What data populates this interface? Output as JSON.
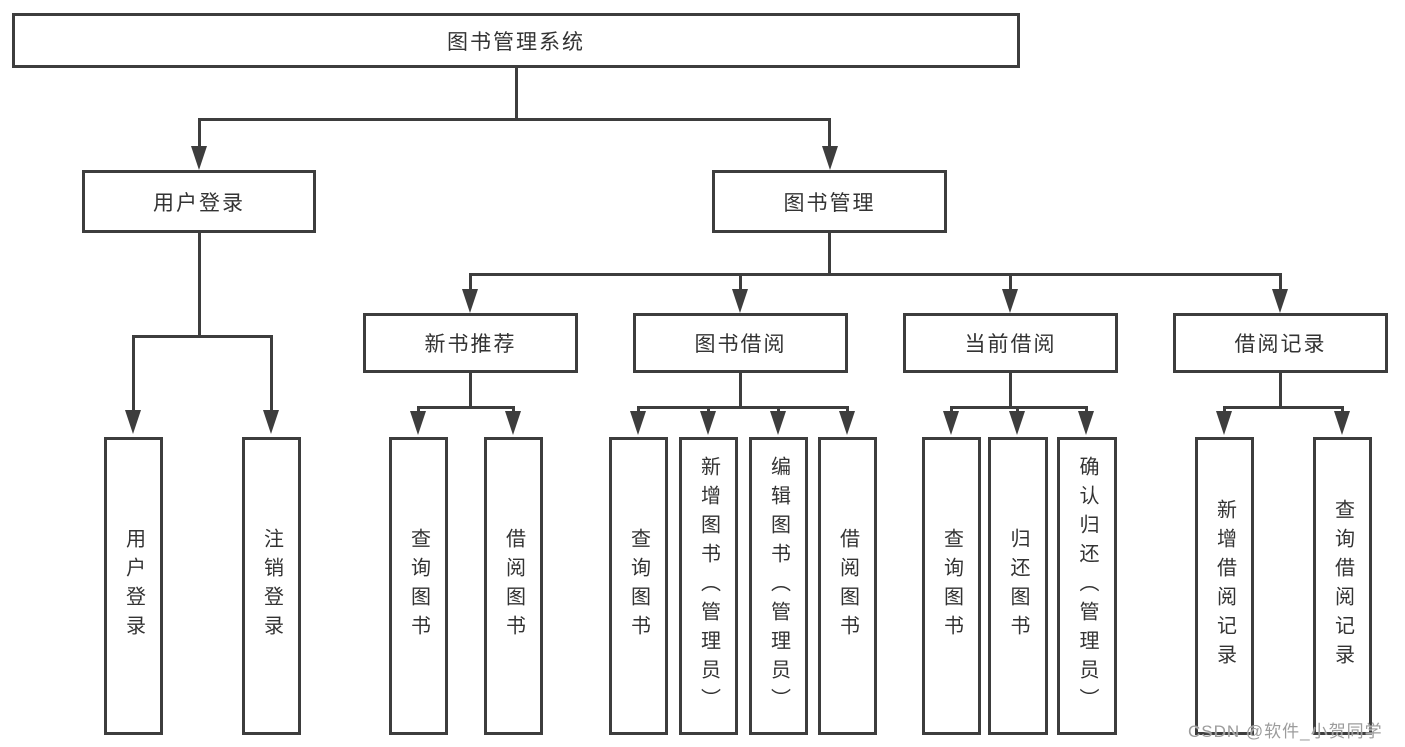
{
  "diagram": {
    "root": {
      "label": "图书管理系统"
    },
    "level2": [
      {
        "label": "用户登录",
        "children": [
          {
            "label": "用户登录"
          },
          {
            "label": "注销登录"
          }
        ]
      },
      {
        "label": "图书管理",
        "children": [
          {
            "label": "新书推荐",
            "children": [
              {
                "label": "查询图书"
              },
              {
                "label": "借阅图书"
              }
            ]
          },
          {
            "label": "图书借阅",
            "children": [
              {
                "label": "查询图书"
              },
              {
                "label": "新增图书（管理员）"
              },
              {
                "label": "编辑图书（管理员）"
              },
              {
                "label": "借阅图书"
              }
            ]
          },
          {
            "label": "当前借阅",
            "children": [
              {
                "label": "查询图书"
              },
              {
                "label": "归还图书"
              },
              {
                "label": "确认归还（管理员）"
              }
            ]
          },
          {
            "label": "借阅记录",
            "children": [
              {
                "label": "新增借阅记录"
              },
              {
                "label": "查询借阅记录"
              }
            ]
          }
        ]
      }
    ]
  },
  "colors": {
    "line": "#3d3d3d",
    "text": "#333333",
    "background": "#ffffff",
    "watermark": "#9c9c9c"
  },
  "watermark": {
    "text": "CSDN @软件_小贺同学"
  }
}
